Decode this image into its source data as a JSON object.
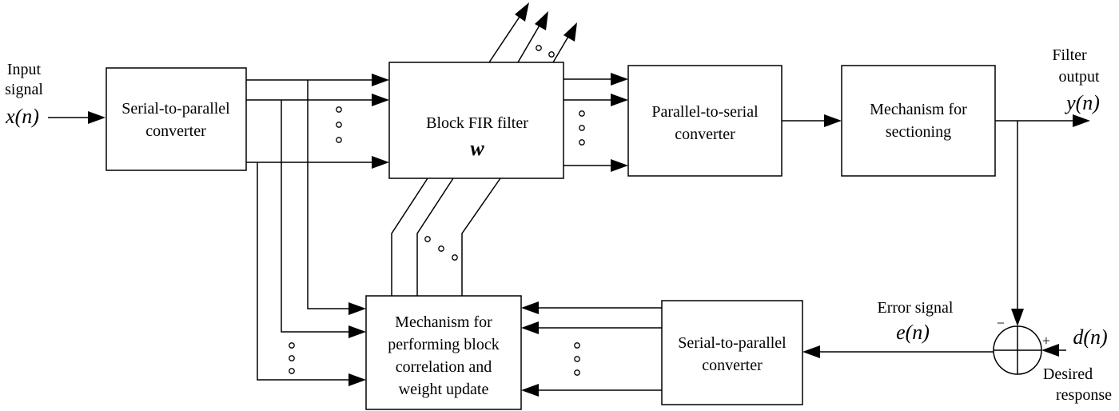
{
  "blocks": {
    "sp_top": [
      "Serial-to-parallel",
      "converter"
    ],
    "fir": "Block FIR filter",
    "fir_symbol": "w",
    "ps": [
      "Parallel-to-serial",
      "converter"
    ],
    "sect": [
      "Mechanism for",
      "sectioning"
    ],
    "mech": [
      "Mechanism for",
      "performing block",
      "correlation and",
      "weight update"
    ],
    "sp_bot": [
      "Serial-to-parallel",
      "converter"
    ]
  },
  "labels": {
    "input": [
      "Input",
      "signal",
      "x(n)"
    ],
    "output": [
      "Filter",
      "output",
      "y(n)"
    ],
    "error": [
      "Error signal",
      "e(n)"
    ],
    "desired": [
      "d(n)",
      "Desired",
      "response"
    ],
    "minus": "−",
    "plus": "+"
  }
}
